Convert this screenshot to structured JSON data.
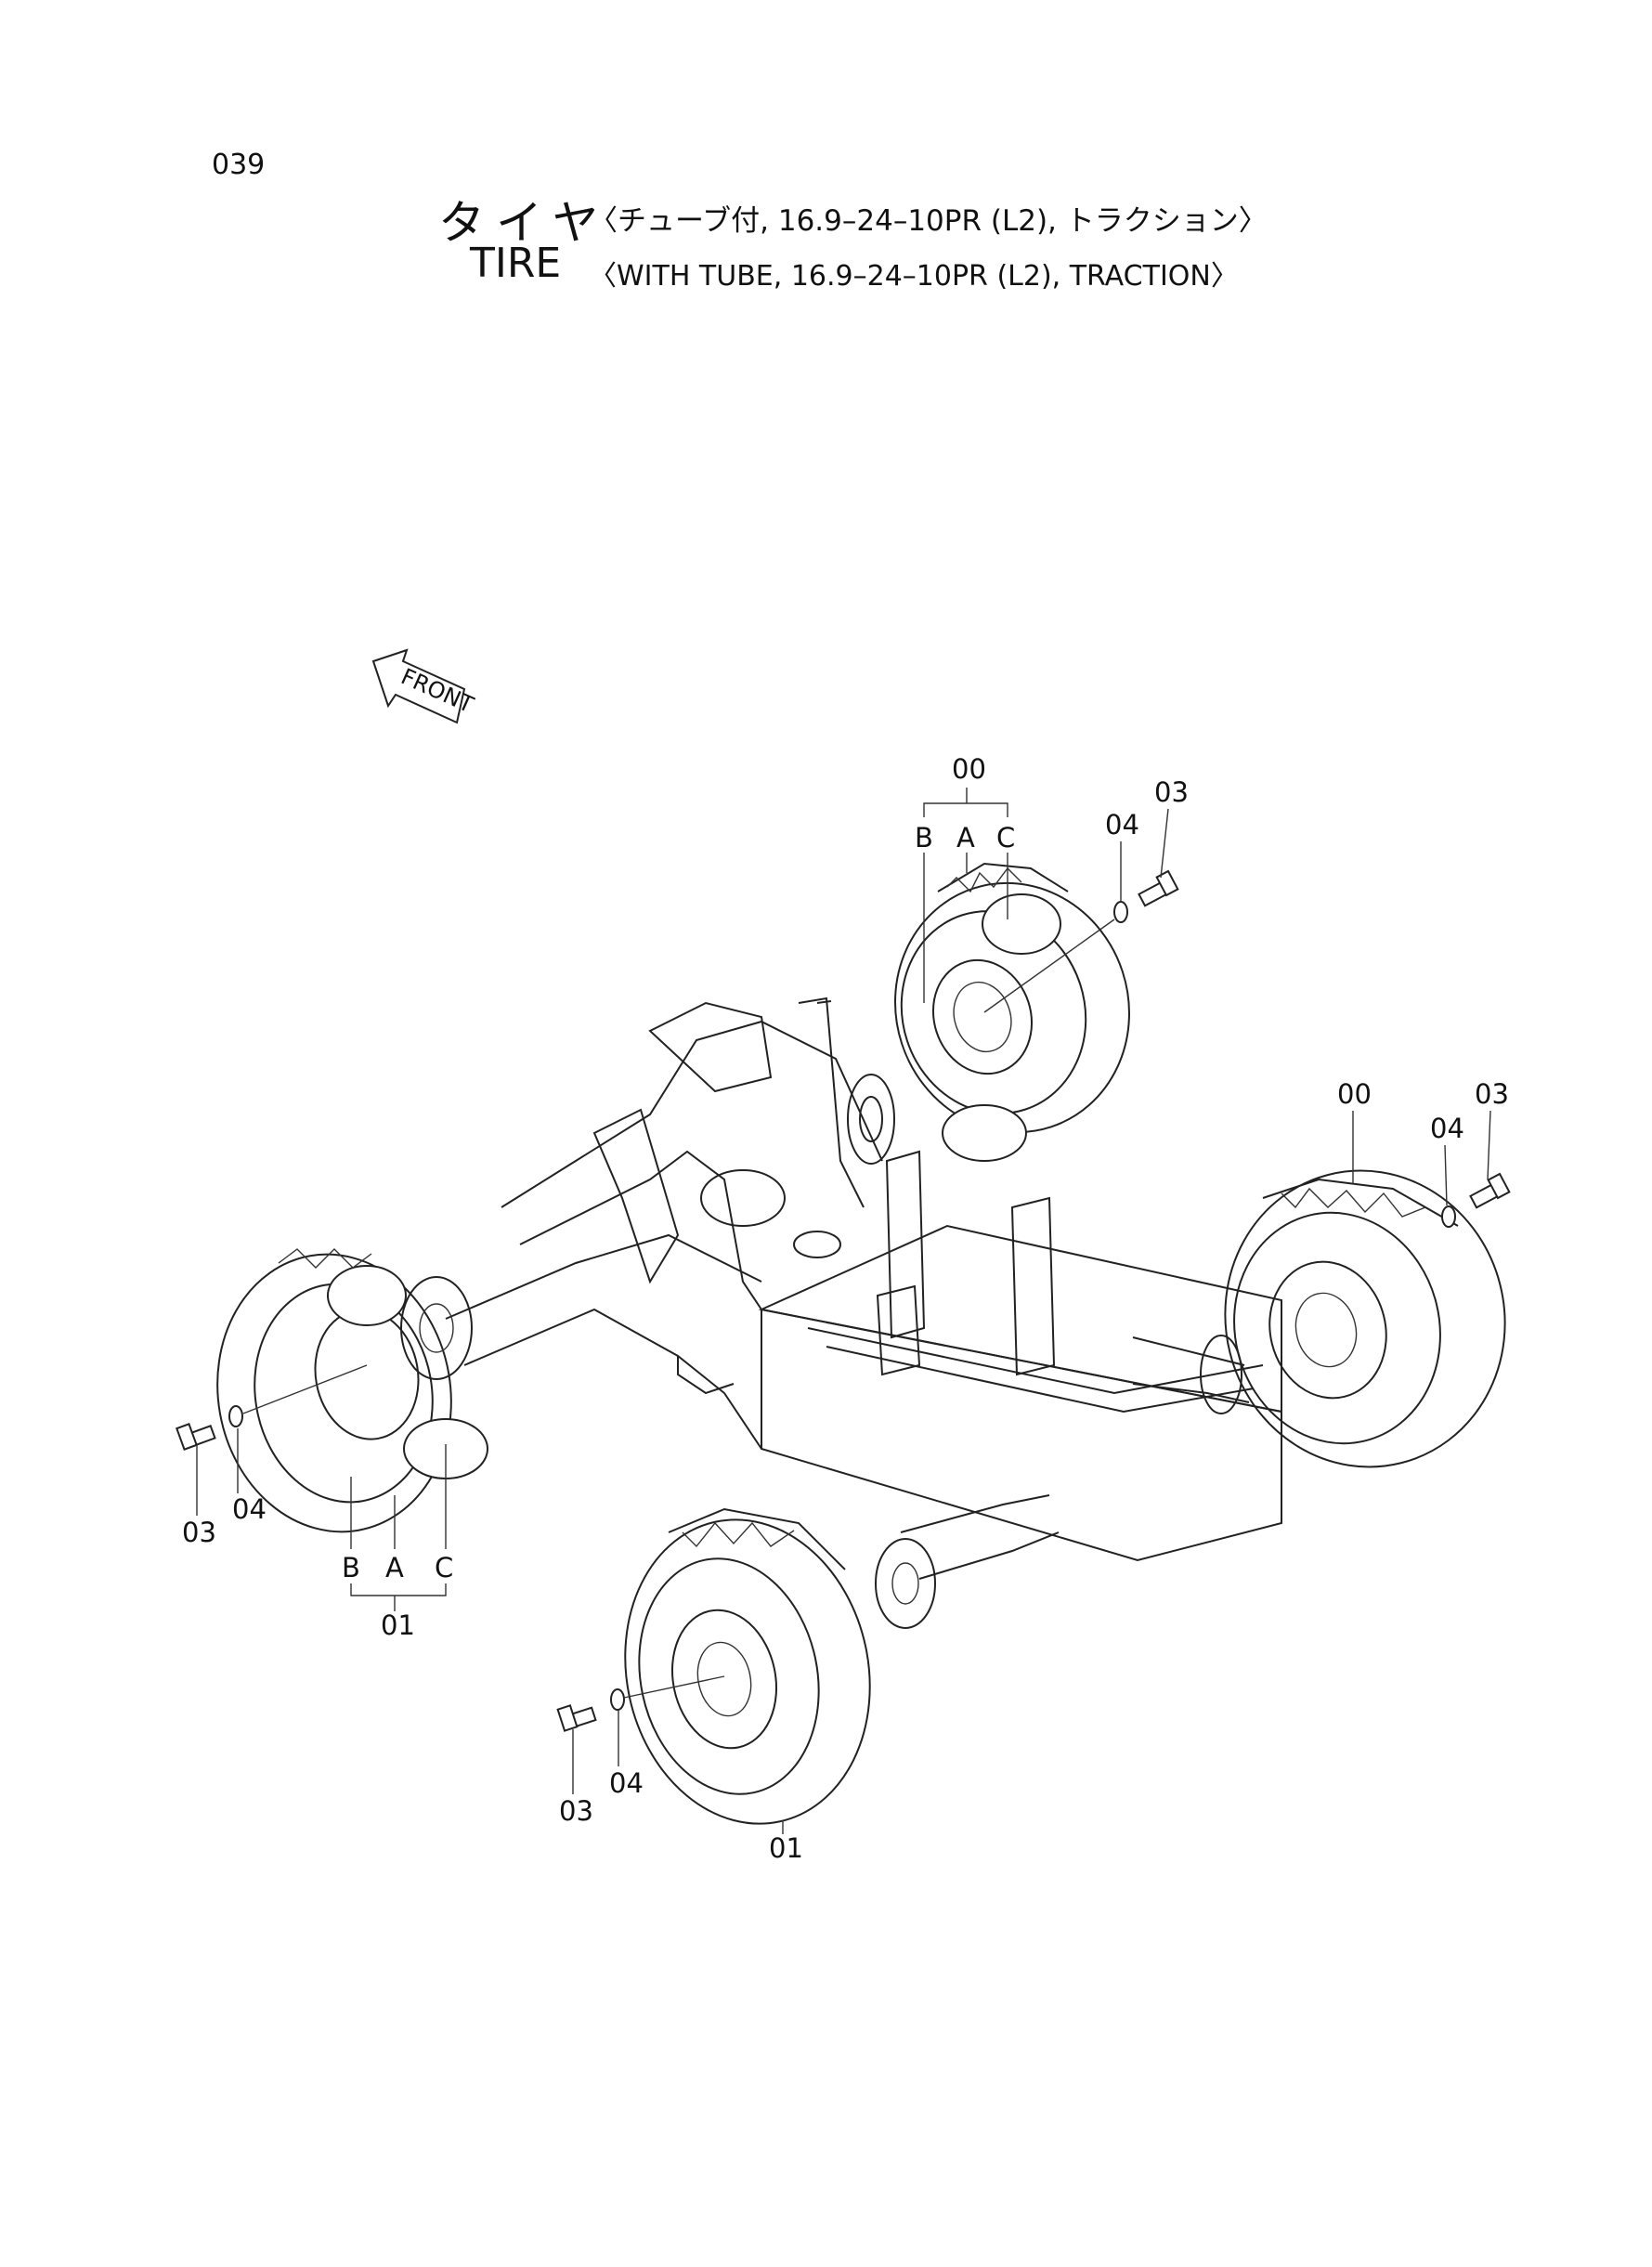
{
  "page_number": "039",
  "title": {
    "jp_main": "タイヤ",
    "jp_sub": "〈チューブ付, 16.9–24–10PR (L2), トラクション〉",
    "en_main": "TIRE",
    "en_sub": "〈WITH TUBE, 16.9–24–10PR (L2), TRACTION〉"
  },
  "front_arrow_label": "FRONT",
  "callouts": {
    "rear_left_group": "00",
    "rear_left_b": "B",
    "rear_left_a": "A",
    "rear_left_c": "C",
    "rear_left_washer": "04",
    "rear_left_bolt": "03",
    "rear_right_tire": "00",
    "rear_right_washer": "04",
    "rear_right_bolt": "03",
    "front_left_group": "01",
    "front_left_b": "B",
    "front_left_a": "A",
    "front_left_c": "C",
    "front_left_washer": "04",
    "front_left_bolt": "03",
    "front_right_tire": "01",
    "front_right_washer": "04",
    "front_right_bolt": "03"
  }
}
